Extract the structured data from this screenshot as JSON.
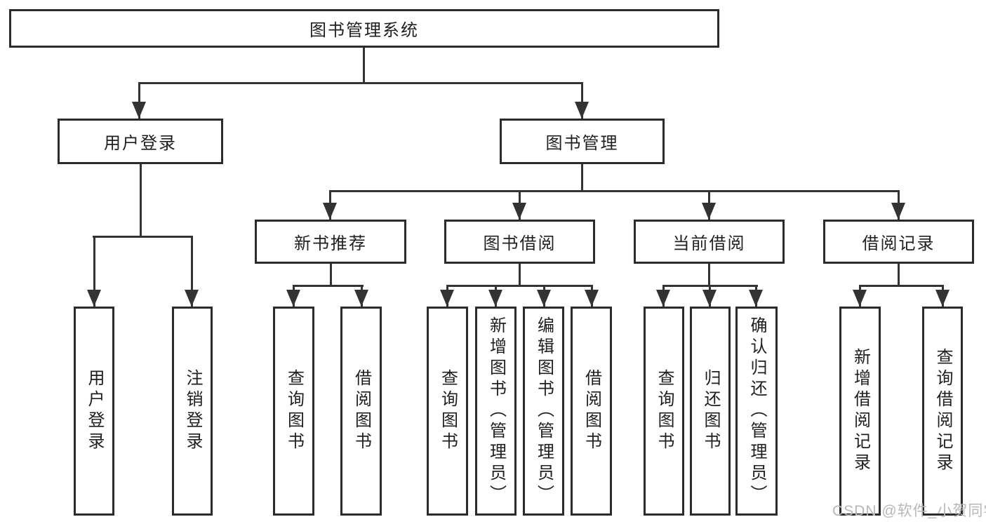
{
  "diagram": {
    "type": "tree-diagram",
    "title": "图书管理系统",
    "watermark": "CSDN @软件_小贺同学",
    "colors": {
      "background": "#ffffff",
      "line": "#333333",
      "box_border": "#2b2b2b",
      "text": "#1f1f1f",
      "watermark": "#b8b8b8"
    },
    "nodes": {
      "root": "图书管理系统",
      "user_login": "用户登录",
      "book_mgmt": "图书管理",
      "leaf_user_login": "用户登录",
      "leaf_logout": "注销登录",
      "new_book_rec": "新书推荐",
      "book_borrow": "图书借阅",
      "current_borrow": "当前借阅",
      "borrow_record": "借阅记录",
      "nbr_query_book": "查询图书",
      "nbr_borrow_book": "借阅图书",
      "bb_query_book": "查询图书",
      "bb_add_book": "新增图书（管理员）",
      "bb_edit_book": "编辑图书（管理员）",
      "bb_borrow_book": "借阅图书",
      "cb_query_book": "查询图书",
      "cb_return_book": "归还图书",
      "cb_confirm_return": "确认归还（管理员）",
      "br_add_record": "新增借阅记录",
      "br_query_record": "查询借阅记录"
    },
    "hierarchy": {
      "图书管理系统": {
        "用户登录": [
          "用户登录",
          "注销登录"
        ],
        "图书管理": {
          "新书推荐": [
            "查询图书",
            "借阅图书"
          ],
          "图书借阅": [
            "查询图书",
            "新增图书（管理员）",
            "编辑图书（管理员）",
            "借阅图书"
          ],
          "当前借阅": [
            "查询图书",
            "归还图书",
            "确认归还（管理员）"
          ],
          "借阅记录": [
            "新增借阅记录",
            "查询借阅记录"
          ]
        }
      }
    }
  }
}
